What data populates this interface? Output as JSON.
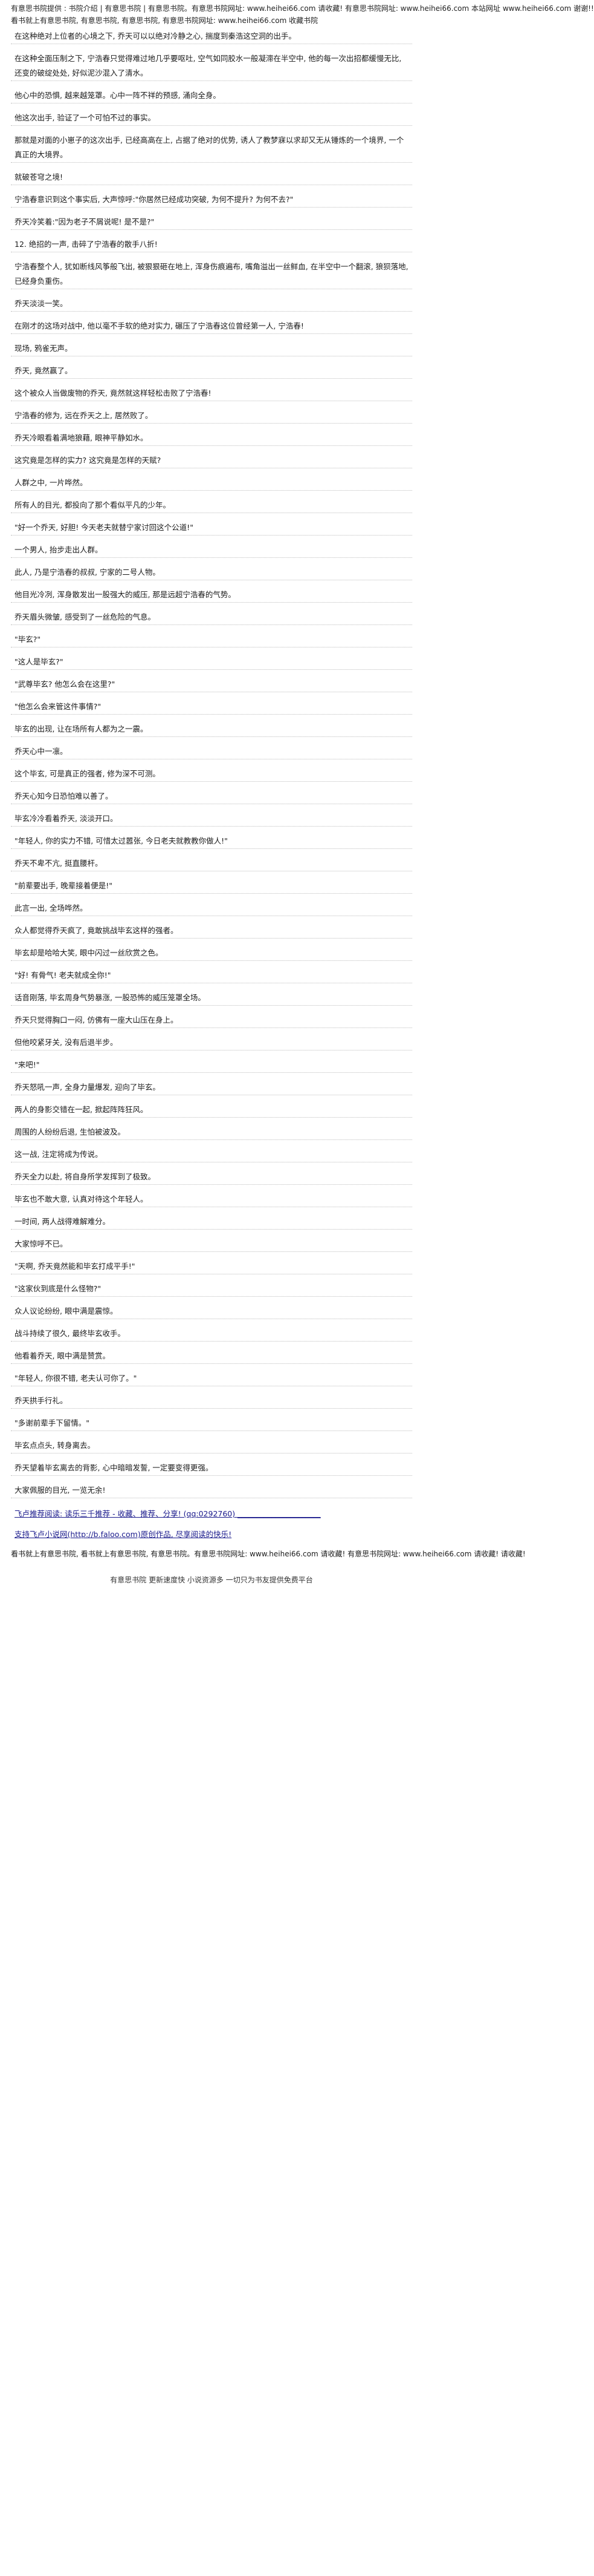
{
  "top_banner": {
    "line1": "有意思书院提供 : 书院介绍 | 有意思书院 | 有意思书院。有意思书院网址: www.heihei66.com 请收藏! 有意思书院网址: www.heihei66.com 本站网址 www.heihei66.com 谢谢!!",
    "line2": "看书就上有意思书院, 有意思书院, 有意思书院, 有意思书院网址: www.heihei66.com 收藏书院"
  },
  "paragraphs": [
    "在这种绝对上位者的心境之下, 乔天可以以绝对冷静之心, 揣度到秦浩这空洞的出手。",
    "在这种全面压制之下, 宁浩春只觉得难过地几乎要呕吐, 空气如同胶水一般凝滞在半空中, 他的每一次出招都缓慢无比, 还变的破绽处处, 好似泥沙混入了清水。",
    "他心中的恐惧, 越来越笼罩。心中一阵不祥的预感, 涌向全身。",
    "他这次出手, 验证了一个可怕不过的事实。",
    "那就是对面的小崽子的这次出手, 已经高高在上, 占据了绝对的优势, 诱人了教梦寐以求却又无从锤炼的一个境界, 一个真正的大境界。",
    "就破苍穹之境!",
    "宁浩春意识到这个事实后, 大声惊呼:\"你居然已经成功突破, 为何不提升? 为何不去?\"",
    "乔天冷笑着:\"因为老子不屑说呢! 是不是?\"",
    "12. 绝招的一声, 击碎了宁浩春的散手八折!",
    "宁浩春整个人, 犹如断线风筝般飞出, 被狠狠砸在地上, 浑身伤痕遍布, 嘴角溢出一丝鲜血, 在半空中一个翻滚, 狼狈落地, 已经身负重伤。",
    "乔天淡淡一笑。",
    "在刚才的这场对战中, 他以毫不手软的绝对实力, 碾压了宁浩春这位曾经第一人, 宁浩春!",
    "现场, 鸦雀无声。",
    "乔天, 竟然赢了。",
    "这个被众人当做废物的乔天, 竟然就这样轻松击败了宁浩春!",
    "宁浩春的修为, 远在乔天之上, 居然败了。",
    "乔天冷眼看着满地狼藉, 眼神平静如水。",
    "这究竟是怎样的实力? 这究竟是怎样的天赋?",
    "人群之中, 一片哗然。",
    "所有人的目光, 都投向了那个看似平凡的少年。",
    "\"好一个乔天, 好胆! 今天老夫就替宁家讨回这个公道!\"",
    "一个男人, 抬步走出人群。",
    "此人, 乃是宁浩春的叔叔, 宁家的二号人物。",
    "他目光冷冽, 浑身散发出一股强大的威压, 那是远超宁浩春的气势。",
    "乔天眉头微皱, 感受到了一丝危险的气息。",
    "\"毕玄?\"",
    "\"这人是毕玄?\"",
    "\"武尊毕玄? 他怎么会在这里?\"",
    "\"他怎么会来管这件事情?\"",
    "毕玄的出现, 让在场所有人都为之一震。",
    "乔天心中一凛。",
    "这个毕玄, 可是真正的强者, 修为深不可测。",
    "乔天心知今日恐怕难以善了。",
    "毕玄冷冷看着乔天, 淡淡开口。",
    "\"年轻人, 你的实力不错, 可惜太过嚣张, 今日老夫就教教你做人!\"",
    "乔天不卑不亢, 挺直腰杆。",
    "\"前辈要出手, 晚辈接着便是!\"",
    "此言一出, 全场哗然。",
    "众人都觉得乔天疯了, 竟敢挑战毕玄这样的强者。",
    "毕玄却是哈哈大笑, 眼中闪过一丝欣赏之色。",
    "\"好! 有骨气! 老夫就成全你!\"",
    "话音刚落, 毕玄周身气势暴涨, 一股恐怖的威压笼罩全场。",
    "乔天只觉得胸口一闷, 仿佛有一座大山压在身上。",
    "但他咬紧牙关, 没有后退半步。",
    "\"来吧!\"",
    "乔天怒吼一声, 全身力量爆发, 迎向了毕玄。",
    "两人的身影交错在一起, 掀起阵阵狂风。",
    "周围的人纷纷后退, 生怕被波及。",
    "这一战, 注定将成为传说。",
    "乔天全力以赴, 将自身所学发挥到了极致。",
    "毕玄也不敢大意, 认真对待这个年轻人。",
    "一时间, 两人战得难解难分。",
    "大家惊呼不已。",
    "\"天啊, 乔天竟然能和毕玄打成平手!\"",
    "\"这家伙到底是什么怪物?\"",
    "众人议论纷纷, 眼中满是震惊。",
    "战斗持续了很久, 最终毕玄收手。",
    "他看着乔天, 眼中满是赞赏。",
    "\"年轻人, 你很不错, 老夫认可你了。\"",
    "乔天拱手行礼。",
    "\"多谢前辈手下留情。\"",
    "毕玄点点头, 转身离去。",
    "乔天望着毕玄离去的背影, 心中暗暗发誓, 一定要变得更强。",
    "大家佩服的目光, 一览无余!"
  ],
  "footer": {
    "share_text": "飞卢推荐阅读: 读乐三千推荐 - 收藏、推荐、分享! (qq:0292760) ______________________",
    "support_text": "支持飞卢小说网(http://b.faloo.com)原创作品, 尽享阅读的快乐!",
    "banner": "看书就上有意思书院, 看书就上有意思书院, 有意思书院。有意思书院网址: www.heihei66.com 请收藏! 有意思书院网址: www.heihei66.com 请收藏! 请收藏!",
    "promo": "有意思书院 更新速度快 小说资源多 一切只为书友提供免费平台"
  }
}
